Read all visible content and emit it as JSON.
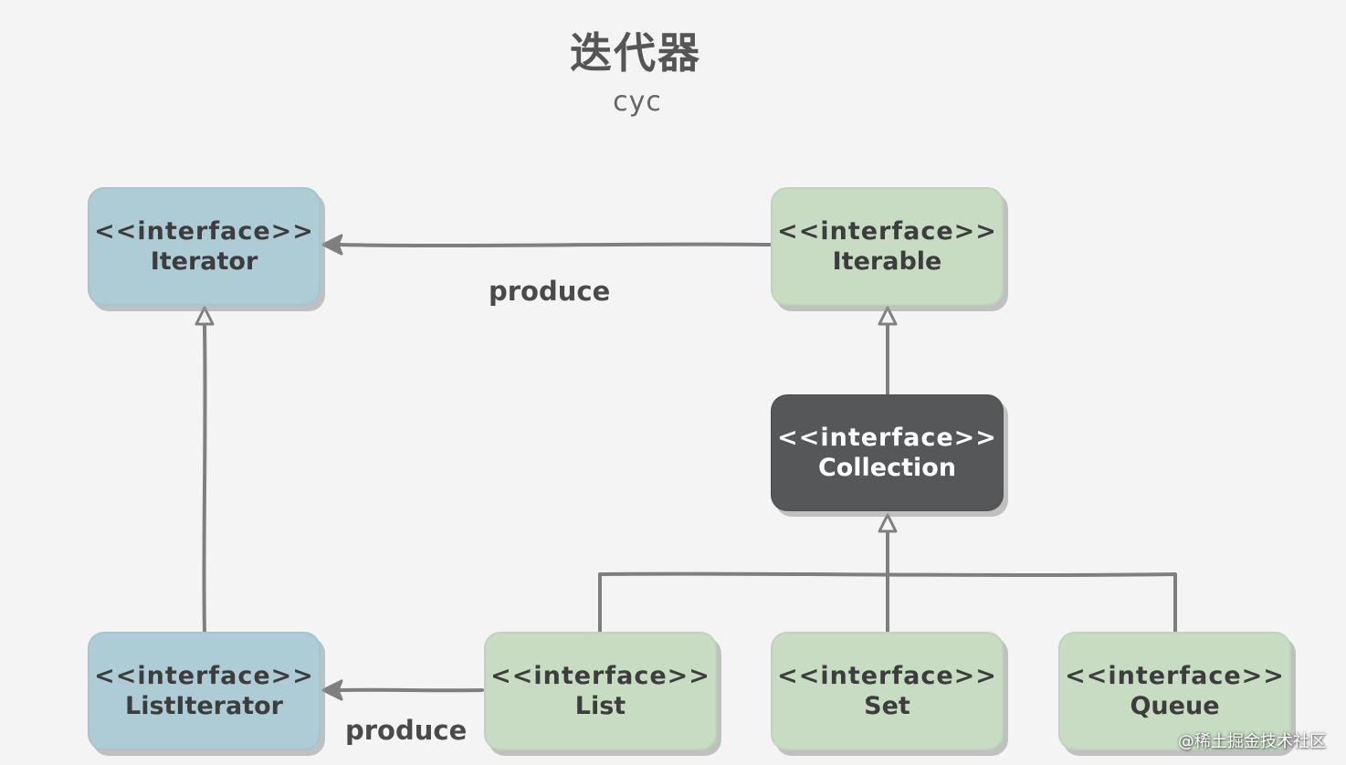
{
  "header": {
    "title": "迭代器",
    "subtitle": "cyc"
  },
  "colors": {
    "iterator_fill": "#adccd6",
    "interface_fill": "#c7dcc2",
    "collection_fill": "#555759",
    "edge": "#7f7f7f",
    "background": "#f4f4f4"
  },
  "nodes": {
    "iterator": {
      "stereotype": "<<interface>>",
      "name": "Iterator"
    },
    "iterable": {
      "stereotype": "<<interface>>",
      "name": "Iterable"
    },
    "collection": {
      "stereotype": "<<interface>>",
      "name": "Collection"
    },
    "list_iterator": {
      "stereotype": "<<interface>>",
      "name": "ListIterator"
    },
    "list": {
      "stereotype": "<<interface>>",
      "name": "List"
    },
    "set": {
      "stereotype": "<<interface>>",
      "name": "Set"
    },
    "queue": {
      "stereotype": "<<interface>>",
      "name": "Queue"
    }
  },
  "edges": {
    "iterable_produce_label": "produce",
    "list_produce_label": "produce"
  },
  "watermark": "@稀土掘金技术社区"
}
